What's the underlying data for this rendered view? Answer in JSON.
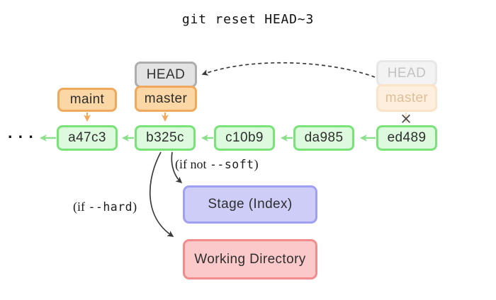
{
  "title": "git reset HEAD~3",
  "graph": {
    "ellipsis": "···",
    "commits": [
      "a47c3",
      "b325c",
      "c10b9",
      "da985",
      "ed489"
    ],
    "labels": {
      "maint": "maint",
      "master": "master",
      "head": "HEAD"
    },
    "faded": {
      "head": "HEAD",
      "master": "master",
      "removed_mark": "×"
    }
  },
  "annotations": {
    "soft": {
      "prefix": "(if not ",
      "flag": "--soft",
      "suffix": ")"
    },
    "hard": {
      "prefix": "(if ",
      "flag": "--hard",
      "suffix": ")"
    }
  },
  "targets": {
    "stage": "Stage (Index)",
    "workdir": "Working Directory"
  },
  "colors": {
    "commit_fill": "#defade",
    "commit_border": "#79e279",
    "commit_arrow": "#8ce08c",
    "branch_fill": "#fbd7a5",
    "branch_border": "#f0a95c",
    "branch_arrow": "#f0a95c",
    "head_fill": "#e3e3e3",
    "head_border": "#aeaeae",
    "faded_head_fill": "#f3f3f3",
    "faded_head_text": "#c3c3c3",
    "faded_branch_fill": "#fdeede",
    "faded_branch_text": "#e0bf98",
    "stage_fill": "#cdcdf8",
    "stage_border": "#a0a0f2",
    "workdir_fill": "#fbc9c9",
    "workdir_border": "#f28b8b",
    "dark_arrow": "#444444"
  }
}
